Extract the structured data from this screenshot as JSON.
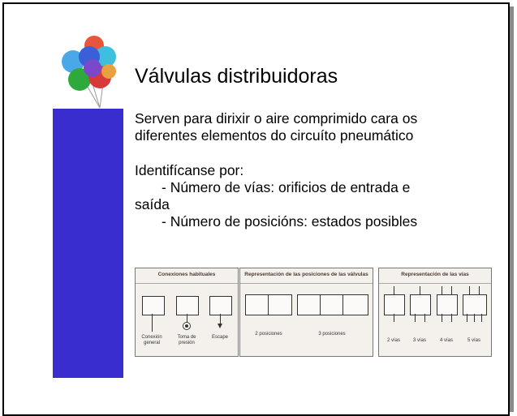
{
  "slide": {
    "title": "Válvulas distribuidoras",
    "body": {
      "line1": "Serven para dirixir o aire comprimido cara os",
      "line2": "diferentes elementos do circuíto pneumático",
      "line3": "Identifícanse por:",
      "line4": "- Número de vías: orificios de entrada e",
      "line5": "saída",
      "line6": "- Número de posicións: estados posibles"
    },
    "figure": {
      "panel1": {
        "title": "Conexiones habituales",
        "labels": [
          "Conexión general",
          "Toma de presión",
          "Escape"
        ]
      },
      "panel2": {
        "title": "Representación de las posiciones de las válvulas",
        "labels": [
          "2 posiciones",
          "3 posiciones"
        ]
      },
      "panel3": {
        "title": "Representación de las vías",
        "labels": [
          "2 vías",
          "3 vías",
          "4 vías",
          "5 vías"
        ]
      }
    },
    "colors": {
      "accent_bar": "#3a2dd0"
    }
  }
}
